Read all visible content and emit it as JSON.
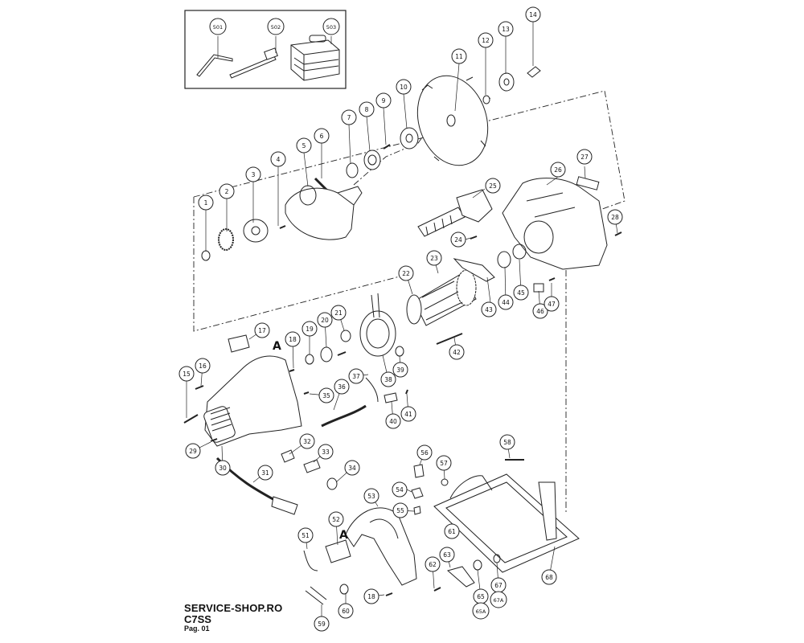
{
  "footer": {
    "shop": "SERVICE-SHOP.RO",
    "model": "C7SS",
    "page": "Pag. 01"
  },
  "letters": {
    "a1": "A",
    "a2": "A"
  },
  "callouts": {
    "c501": "501",
    "c502": "502",
    "c503": "503",
    "c1": "1",
    "c2": "2",
    "c3": "3",
    "c4": "4",
    "c5": "5",
    "c6": "6",
    "c7": "7",
    "c8": "8",
    "c9": "9",
    "c10": "10",
    "c11": "11",
    "c12": "12",
    "c13": "13",
    "c14": "14",
    "c15": "15",
    "c16": "16",
    "c17": "17",
    "c18a": "18",
    "c18b": "18",
    "c19": "19",
    "c20": "20",
    "c21": "21",
    "c22": "22",
    "c23": "23",
    "c24": "24",
    "c25": "25",
    "c26": "26",
    "c27": "27",
    "c28": "28",
    "c29": "29",
    "c30": "30",
    "c31": "31",
    "c32": "32",
    "c33": "33",
    "c34": "34",
    "c35": "35",
    "c36": "36",
    "c37": "37",
    "c38": "38",
    "c39": "39",
    "c40": "40",
    "c41": "41",
    "c42": "42",
    "c43": "43",
    "c44": "44",
    "c45": "45",
    "c46": "46",
    "c47": "47",
    "c51": "51",
    "c52": "52",
    "c53": "53",
    "c54": "54",
    "c55": "55",
    "c56": "56",
    "c57": "57",
    "c58": "58",
    "c59": "59",
    "c60": "60",
    "c61": "61",
    "c62": "62",
    "c63": "63",
    "c65": "65",
    "c65a": "65A",
    "c67": "67",
    "c67a": "67A",
    "c68": "68"
  }
}
